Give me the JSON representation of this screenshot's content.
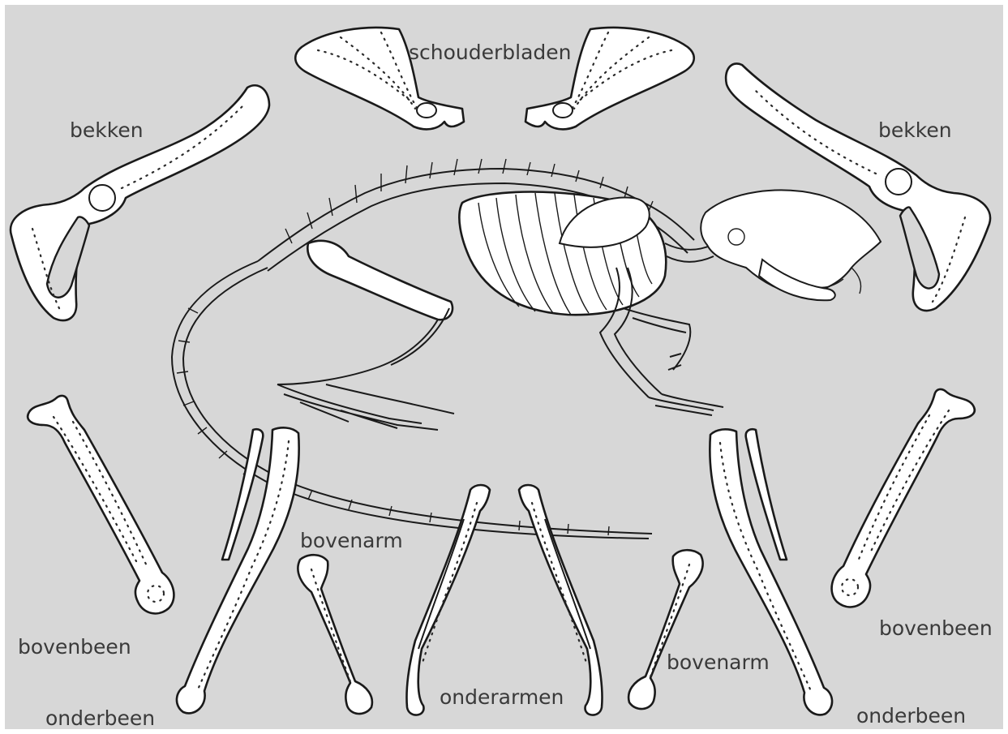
{
  "labels": {
    "shoulder_blades": "schouderbladen",
    "pelvis_left": "bekken",
    "pelvis_right": "bekken",
    "upper_arm_left": "bovenarm",
    "upper_arm_right": "bovenarm",
    "forearms": "onderarmen",
    "thigh_left": "bovenbeen",
    "thigh_right": "bovenbeen",
    "shin_left": "onderbeen",
    "shin_right": "onderbeen"
  },
  "colors": {
    "background": "#d7d7d7",
    "bone_fill": "#ffffff",
    "ink": "#1a1a1a",
    "label_text": "#3a3a3a"
  }
}
